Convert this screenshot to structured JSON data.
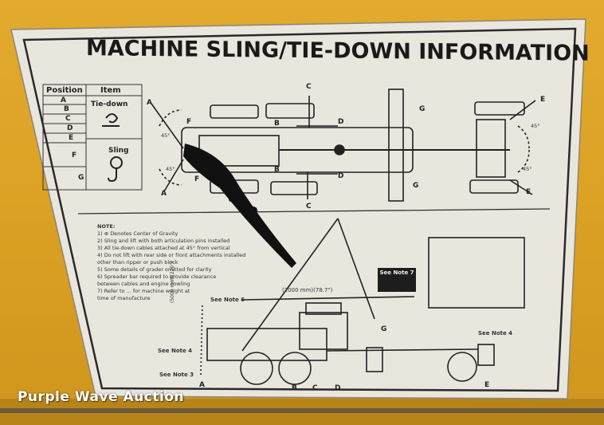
{
  "plate": {
    "title": "MACHINE SLING/TIE-DOWN INFORMATION"
  },
  "table": {
    "header_position": "Position",
    "header_item": "Item",
    "rows": [
      "A",
      "B",
      "C",
      "D",
      "E",
      "F",
      "G"
    ],
    "tie_down_label": "Tie-down",
    "sling_label": "Sling"
  },
  "diagram": {
    "labels": {
      "a": "A",
      "b": "B",
      "c": "C",
      "d": "D",
      "e": "E",
      "f": "F",
      "g": "G",
      "angle": "45°"
    }
  },
  "notes": {
    "heading": "NOTE:",
    "lines": [
      "1) ⊕ Denotes Center of Gravity",
      "2) Sling and lift with both articulation pins installed",
      "3) All tie-down cables attached at 45° from vertical",
      "4) Do not lift with rear side or front attachments installed",
      "   other than ripper or push block",
      "5) Some details of grader omitted for clarity",
      "6) Spreader bar required to provide clearance",
      "   between cables and engine cowling",
      "7) Refer to ... for machine weight at",
      "   time of manufacture"
    ]
  },
  "side_view": {
    "see_note_7": "See Note 7",
    "see_note_6": "See Note 6",
    "see_note_4_left": "See Note 4",
    "see_note_4_right": "See Note 4",
    "see_note_3": "See Note 3",
    "dimension_top": "(2000 mm)(78.7\")",
    "dimension_left": "(5000 mm)(220\")"
  },
  "watermark": "Purple Wave Auction"
}
